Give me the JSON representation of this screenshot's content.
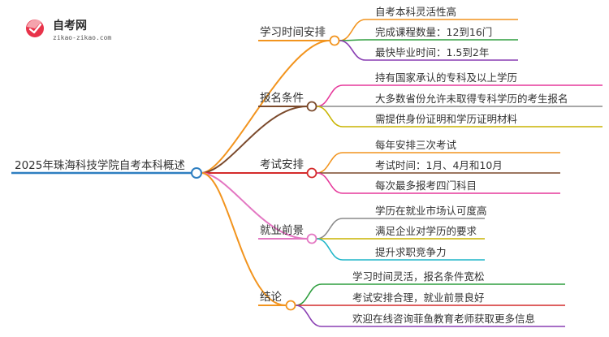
{
  "logo": {
    "title": "自考网",
    "subtitle": "zikao-zikao.com",
    "colors": {
      "badge": "#e8334a",
      "badge_light": "#f5a3ad",
      "title": "#2a2a2a",
      "subtitle": "#555555"
    }
  },
  "root": {
    "label": "2025年珠海科技学院自考本科概述",
    "color": "#2f7fc1"
  },
  "branches": [
    {
      "label": "学习时间安排",
      "color": "#f2941e",
      "items": [
        {
          "label": "自考本科灵活性高",
          "color": "#f2941e"
        },
        {
          "label": "完成课程数量：12到16门",
          "color": "#2e9e3e"
        },
        {
          "label": "最快毕业时间：1.5到2年",
          "color": "#8a3fb3"
        }
      ]
    },
    {
      "label": "报名条件",
      "color": "#7b4a2c",
      "items": [
        {
          "label": "持有国家承认的专科及以上学历",
          "color": "#e6399b"
        },
        {
          "label": "大多数省份允许未取得专科学历的考生报名",
          "color": "#8a8a8a"
        },
        {
          "label": "需提供身份证明和学历证明材料",
          "color": "#c8b400"
        }
      ]
    },
    {
      "label": "考试安排",
      "color": "#d42b2b",
      "items": [
        {
          "label": "每年安排三次考试",
          "color": "#f2941e"
        },
        {
          "label": "考试时间：1月、4月和10月",
          "color": "#7b4a2c"
        },
        {
          "label": "每次最多报考四门科目",
          "color": "#e6399b"
        }
      ]
    },
    {
      "label": "就业前景",
      "color": "#e377c2",
      "items": [
        {
          "label": "学历在就业市场认可度高",
          "color": "#8a8a8a"
        },
        {
          "label": "满足企业对学历的要求",
          "color": "#c8b400"
        },
        {
          "label": "提升求职竞争力",
          "color": "#1fb6c9"
        }
      ]
    },
    {
      "label": "结论",
      "color": "#f2941e",
      "items": [
        {
          "label": "学习时间灵活，报名条件宽松",
          "color": "#2e9e3e"
        },
        {
          "label": "考试安排合理，就业前景良好",
          "color": "#d42b2b"
        },
        {
          "label": "欢迎在线咨询菲鱼教育老师获取更多信息",
          "color": "#8a3fb3"
        }
      ]
    }
  ]
}
